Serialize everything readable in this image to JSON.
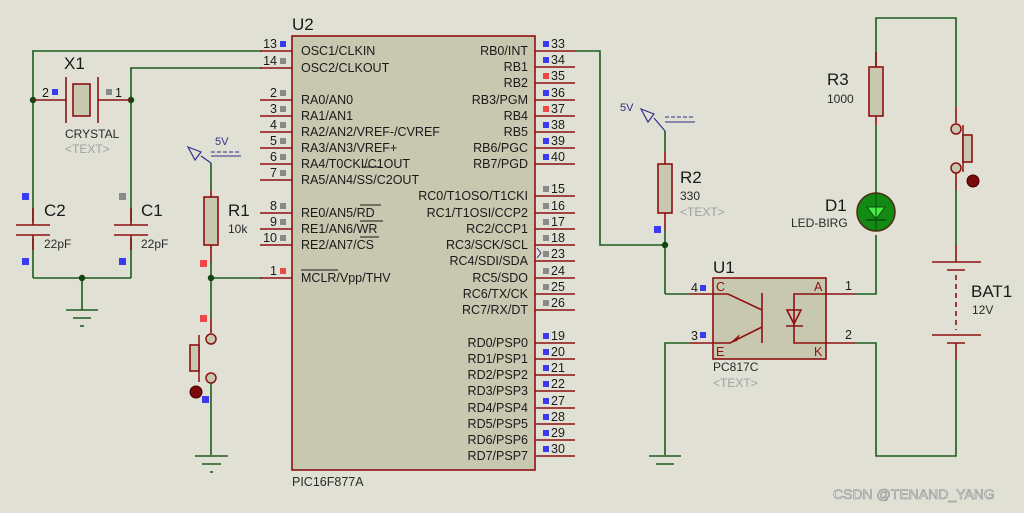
{
  "schematic": {
    "watermark": "CSDN @TENAND_YANG",
    "colors": {
      "background": "#e1e0d4",
      "wire": "#1c5c1c",
      "pin": "#8e1010",
      "component_fill": "#c8c7b0",
      "pin_marker_blue": "#3a3af0",
      "pin_marker_red": "#f04848",
      "pin_marker_gray": "#8a8a8a",
      "power_label": "#30308a",
      "led_green": "#138a13"
    },
    "power": {
      "label_r1": "5V",
      "label_r2": "5V"
    },
    "components": {
      "x1": {
        "ref": "X1",
        "value": "CRYSTAL",
        "text": "<TEXT>",
        "pin_left": "2",
        "pin_right": "1"
      },
      "c1": {
        "ref": "C1",
        "value": "22pF"
      },
      "c2": {
        "ref": "C2",
        "value": "22pF"
      },
      "r1": {
        "ref": "R1",
        "value": "10k"
      },
      "r2": {
        "ref": "R2",
        "value": "330",
        "text": "<TEXT>"
      },
      "r3": {
        "ref": "R3",
        "value": "1000"
      },
      "d1": {
        "ref": "D1",
        "value": "LED-BIRG"
      },
      "bat1": {
        "ref": "BAT1",
        "value": "12V"
      },
      "u1": {
        "ref": "U1",
        "value": "PC817C",
        "text": "<TEXT>",
        "pins": {
          "c": "C",
          "e": "E",
          "a": "A",
          "k": "K",
          "n4": "4",
          "n3": "3",
          "n1": "1",
          "n2": "2"
        }
      },
      "u2": {
        "ref": "U2",
        "value": "PIC16F877A",
        "left_pins": [
          {
            "num": "13",
            "name": "OSC1/CLKIN",
            "marker": "blue"
          },
          {
            "num": "14",
            "name": "OSC2/CLKOUT",
            "marker": "gray"
          },
          {
            "num": "2",
            "name": "RA0/AN0",
            "marker": "gray"
          },
          {
            "num": "3",
            "name": "RA1/AN1",
            "marker": "gray"
          },
          {
            "num": "4",
            "name": "RA2/AN2/VREF-/CVREF",
            "marker": "gray"
          },
          {
            "num": "5",
            "name": "RA3/AN3/VREF+",
            "marker": "gray"
          },
          {
            "num": "6",
            "name": "RA4/T0CKI/C1OUT",
            "marker": "gray"
          },
          {
            "num": "7",
            "name": "RA5/AN4/SS/C2OUT",
            "marker": "gray"
          },
          {
            "num": "8",
            "name": "RE0/AN5/RD",
            "marker": "gray"
          },
          {
            "num": "9",
            "name": "RE1/AN6/WR",
            "marker": "gray"
          },
          {
            "num": "10",
            "name": "RE2/AN7/CS",
            "marker": "gray"
          },
          {
            "num": "1",
            "name": "MCLR/Vpp/THV",
            "marker": "red"
          }
        ],
        "right_pins": [
          {
            "num": "33",
            "name": "RB0/INT",
            "marker": "blue"
          },
          {
            "num": "34",
            "name": "RB1",
            "marker": "blue"
          },
          {
            "num": "35",
            "name": "RB2",
            "marker": "red"
          },
          {
            "num": "36",
            "name": "RB3/PGM",
            "marker": "blue"
          },
          {
            "num": "37",
            "name": "RB4",
            "marker": "red"
          },
          {
            "num": "38",
            "name": "RB5",
            "marker": "blue"
          },
          {
            "num": "39",
            "name": "RB6/PGC",
            "marker": "blue"
          },
          {
            "num": "40",
            "name": "RB7/PGD",
            "marker": "blue"
          },
          {
            "num": "15",
            "name": "RC0/T1OSO/T1CKI",
            "marker": "gray"
          },
          {
            "num": "16",
            "name": "RC1/T1OSI/CCP2",
            "marker": "gray"
          },
          {
            "num": "17",
            "name": "RC2/CCP1",
            "marker": "gray"
          },
          {
            "num": "18",
            "name": "RC3/SCK/SCL",
            "marker": "gray"
          },
          {
            "num": "23",
            "name": "RC4/SDI/SDA",
            "marker": "gray"
          },
          {
            "num": "24",
            "name": "RC5/SDO",
            "marker": "gray"
          },
          {
            "num": "25",
            "name": "RC6/TX/CK",
            "marker": "gray"
          },
          {
            "num": "26",
            "name": "RC7/RX/DT",
            "marker": "gray"
          },
          {
            "num": "19",
            "name": "RD0/PSP0",
            "marker": "blue"
          },
          {
            "num": "20",
            "name": "RD1/PSP1",
            "marker": "blue"
          },
          {
            "num": "21",
            "name": "RD2/PSP2",
            "marker": "blue"
          },
          {
            "num": "22",
            "name": "RD3/PSP3",
            "marker": "blue"
          },
          {
            "num": "27",
            "name": "RD4/PSP4",
            "marker": "blue"
          },
          {
            "num": "28",
            "name": "RD5/PSP5",
            "marker": "blue"
          },
          {
            "num": "29",
            "name": "RD6/PSP6",
            "marker": "blue"
          },
          {
            "num": "30",
            "name": "RD7/PSP7",
            "marker": "blue"
          }
        ]
      }
    }
  }
}
